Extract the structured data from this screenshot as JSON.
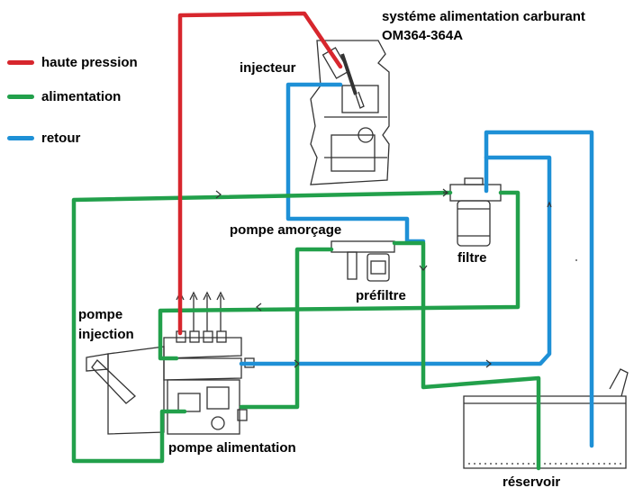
{
  "title": {
    "line1": "systéme alimentation carburant",
    "line2": "OM364-364A"
  },
  "legend": [
    {
      "label": "haute pression",
      "color": "#d7262d",
      "icon": "red-line-swatch"
    },
    {
      "label": "alimentation",
      "color": "#22a04b",
      "icon": "green-line-swatch"
    },
    {
      "label": "retour",
      "color": "#1e90d6",
      "icon": "blue-line-swatch"
    }
  ],
  "labels": {
    "injecteur": "injecteur",
    "pompe_amorcage": "pompe amorçage",
    "filtre": "filtre",
    "prefiltre": "préfiltre",
    "pompe_injection_1": "pompe",
    "pompe_injection_2": "injection",
    "pompe_alimentation": "pompe alimentation",
    "reservoir": "réservoir"
  },
  "colors": {
    "high_pressure": "#d7262d",
    "supply": "#22a04b",
    "return": "#1e90d6",
    "drawing": "#333333"
  }
}
